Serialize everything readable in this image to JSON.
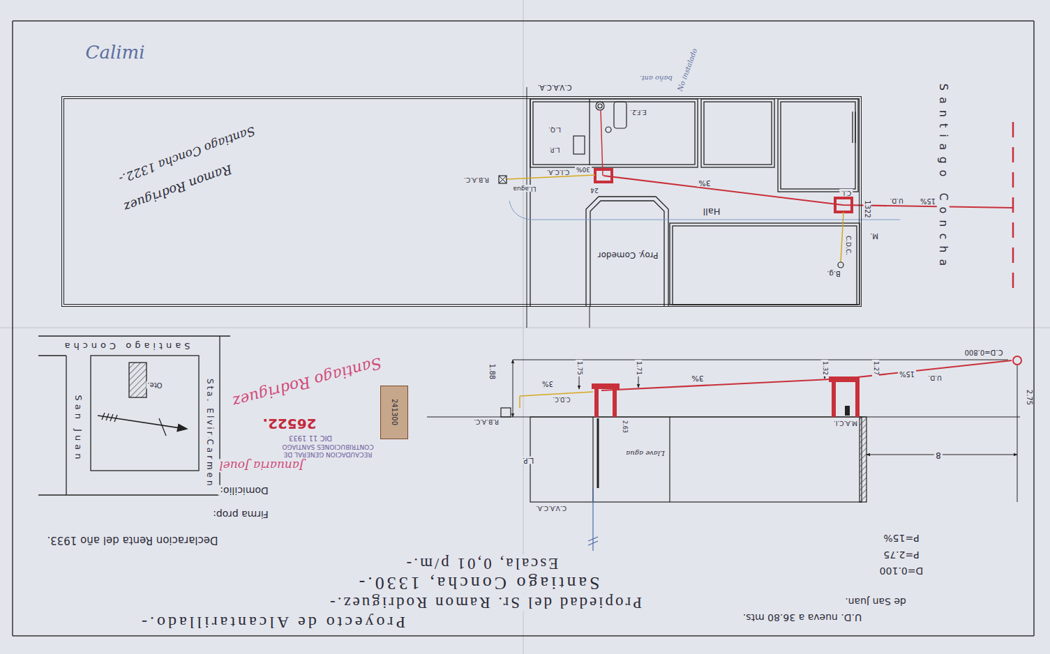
{
  "diagram": {
    "title": "Proyecto de Alcantarillado.-",
    "nodes": [
      {
        "text": [
          "Ramon Rodriguez",
          "Santiago Concha 1322.-"
        ]
      },
      {
        "text": [
          "Proy. Comedor"
        ],
        "in": 0
      },
      {
        "text": [
          "Hall"
        ],
        "in": 0
      },
      {
        "text": [
          "241300"
        ]
      }
    ],
    "labels": [
      "Propiedad del Sr. Ramon Rodriguez.-",
      "Santiago Concha, 1330.-",
      "Escala, 0,01 p/m.-",
      "U.D. nueva a 36.80 mts.",
      "de San Juan.",
      "D=0.100",
      "P=2.75",
      "P=15%",
      "Declaracion Renta del año 1933.",
      "Firma prop:",
      "Domicilio:",
      "Januaria Jouel",
      "26522.",
      "DIC 11 1933",
      "CONTRIBUCIONES SANTIAGO",
      "RECAUDACION GENERAL DE",
      "Santiago Rodriguez",
      "Santiago Concha",
      "Sta. Elvira",
      "Carmen",
      "San Juan",
      "Ote.",
      "Calimi",
      "C.V.A.C.A.",
      "No instalado",
      "baño ant.",
      "E.F.2.",
      "L.Q.",
      "L.P.",
      "R.B.A.C.",
      "Ll.agua",
      "C.I.C.A.",
      "30%",
      "24",
      "3%",
      "C.I.",
      "1322",
      "M.",
      "C.D.C.",
      "B.g.",
      "U.D.",
      "15%",
      "Santiago Concha",
      "C.D=0.800",
      "2.75",
      "15%",
      "U.D.",
      "1.27",
      "1.32",
      "3%",
      "1.71",
      "1.75",
      "3%",
      "1.88",
      "C.D.C.",
      "R.B.A.C.",
      "L.P.",
      "Llave agua",
      "2.63",
      "M.A.C.I.",
      "8",
      "C.V.A.C.A."
    ]
  }
}
